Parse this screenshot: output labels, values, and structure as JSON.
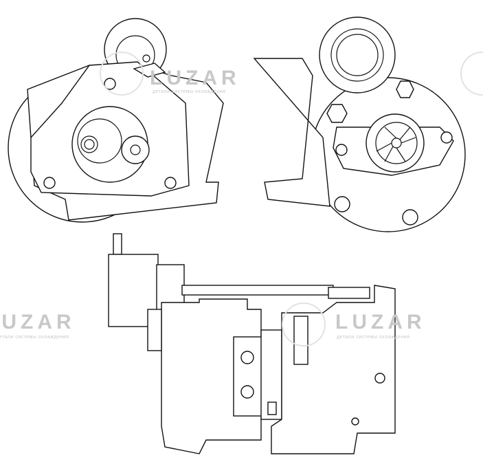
{
  "brand": {
    "name": "LUZAR",
    "tagline": "детали системы охлаждения"
  },
  "views": [
    "turbine-side-view",
    "compressor-side-view",
    "top-view"
  ],
  "colors": {
    "line": "#111111",
    "watermark": "#d6d6d6"
  }
}
